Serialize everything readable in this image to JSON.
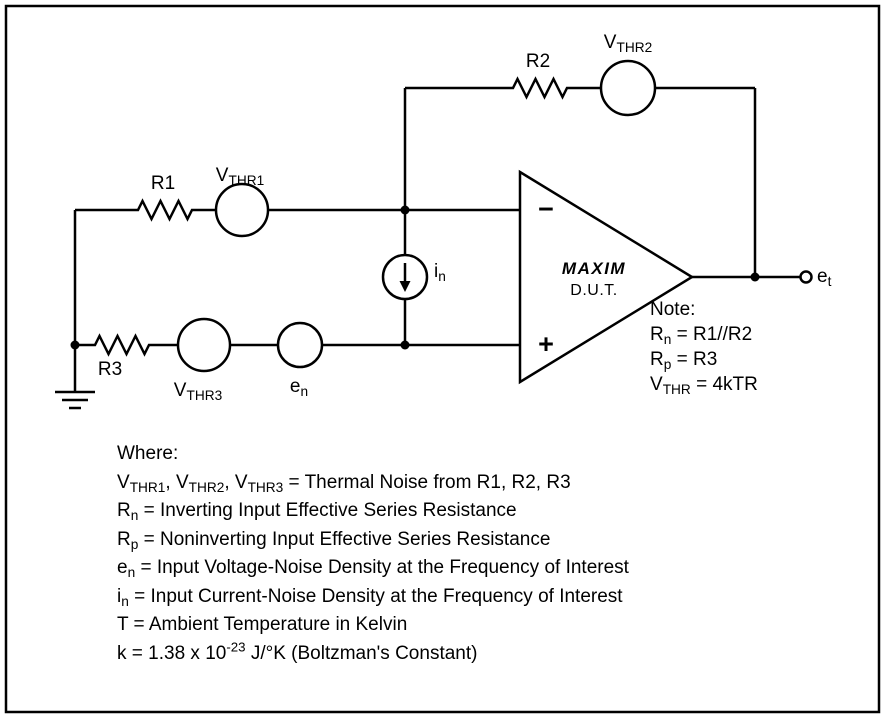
{
  "circuit": {
    "r1_label": "R1",
    "r2_label": "R2",
    "r3_label": "R3",
    "vthr1": [
      {
        "text": "V"
      },
      {
        "text": "THR1",
        "style": "sub"
      }
    ],
    "vthr2": [
      {
        "text": "V"
      },
      {
        "text": "THR2",
        "style": "sub"
      }
    ],
    "vthr3": [
      {
        "text": "V"
      },
      {
        "text": "THR3",
        "style": "sub"
      }
    ],
    "en": [
      {
        "text": "e"
      },
      {
        "text": "n",
        "style": "sub"
      }
    ],
    "in": [
      {
        "text": "i"
      },
      {
        "text": "n",
        "style": "sub"
      }
    ],
    "et": [
      {
        "text": "e"
      },
      {
        "text": "t",
        "style": "sub"
      }
    ],
    "minus": "−",
    "plus": "+",
    "brand": "MAXIM",
    "dut": "D.U.T."
  },
  "note": {
    "title": "Note:",
    "lines": [
      [
        {
          "text": "R"
        },
        {
          "text": "n",
          "style": "sub"
        },
        {
          "text": " = R1//R2"
        }
      ],
      [
        {
          "text": "R"
        },
        {
          "text": "p",
          "style": "sub"
        },
        {
          "text": " = R3"
        }
      ],
      [
        {
          "text": "V"
        },
        {
          "text": "THR",
          "style": "sub"
        },
        {
          "text": " = 4kTR"
        }
      ]
    ]
  },
  "legend": {
    "title": "Where:",
    "lines": [
      [
        {
          "text": "V"
        },
        {
          "text": "THR1",
          "style": "sub"
        },
        {
          "text": ", V"
        },
        {
          "text": "THR2",
          "style": "sub"
        },
        {
          "text": ", V"
        },
        {
          "text": "THR3",
          "style": "sub"
        },
        {
          "text": " = Thermal Noise from R1, R2, R3"
        }
      ],
      [
        {
          "text": "R"
        },
        {
          "text": "n",
          "style": "sub"
        },
        {
          "text": " = Inverting Input Effective Series Resistance"
        }
      ],
      [
        {
          "text": "R"
        },
        {
          "text": "p",
          "style": "sub"
        },
        {
          "text": " = Noninverting Input Effective Series Resistance"
        }
      ],
      [
        {
          "text": "e"
        },
        {
          "text": "n",
          "style": "sub"
        },
        {
          "text": " = Input Voltage-Noise Density at the Frequency of Interest"
        }
      ],
      [
        {
          "text": "i"
        },
        {
          "text": "n",
          "style": "sub"
        },
        {
          "text": " = Input Current-Noise Density at the Frequency of Interest"
        }
      ],
      [
        {
          "text": "T = Ambient Temperature in Kelvin"
        }
      ],
      [
        {
          "text": "k = 1.38 x 10"
        },
        {
          "text": "-23",
          "style": "sup"
        },
        {
          "text": " J/°K (Boltzman's Constant)"
        }
      ]
    ]
  }
}
